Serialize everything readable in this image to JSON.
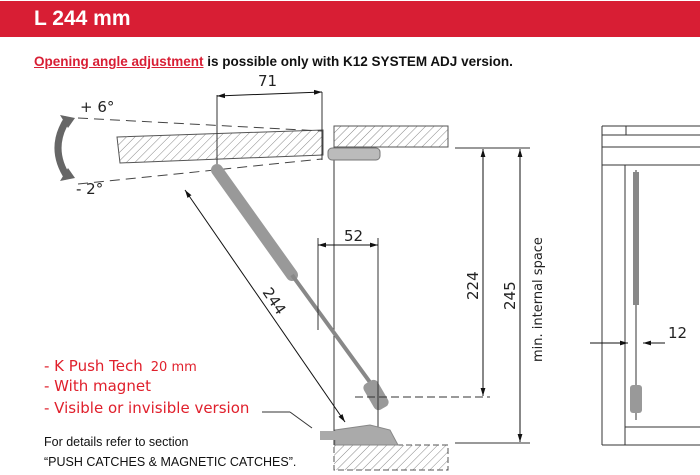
{
  "header": {
    "title": "L 244 mm"
  },
  "note": {
    "link": "Opening angle adjustment",
    "rest": " is possible only with K12 SYSTEM ADJ version."
  },
  "diagram": {
    "angle_up": "+ 6°",
    "angle_down": "- 2°",
    "dim_71": "71",
    "dim_52": "52",
    "dim_244": "244",
    "dim_224": "224",
    "dim_245": "245",
    "dim_12": "12",
    "internal_space_label": "min. internal space"
  },
  "features": [
    "- K Push Tech",
    "- With magnet",
    "- Visible or invisible version"
  ],
  "feature_size": "20 mm",
  "details": {
    "line1": "For details refer to section",
    "line2": "“PUSH CATCHES & MAGNETIC CATCHES”."
  },
  "colors": {
    "brand_red": "#d81e34"
  }
}
